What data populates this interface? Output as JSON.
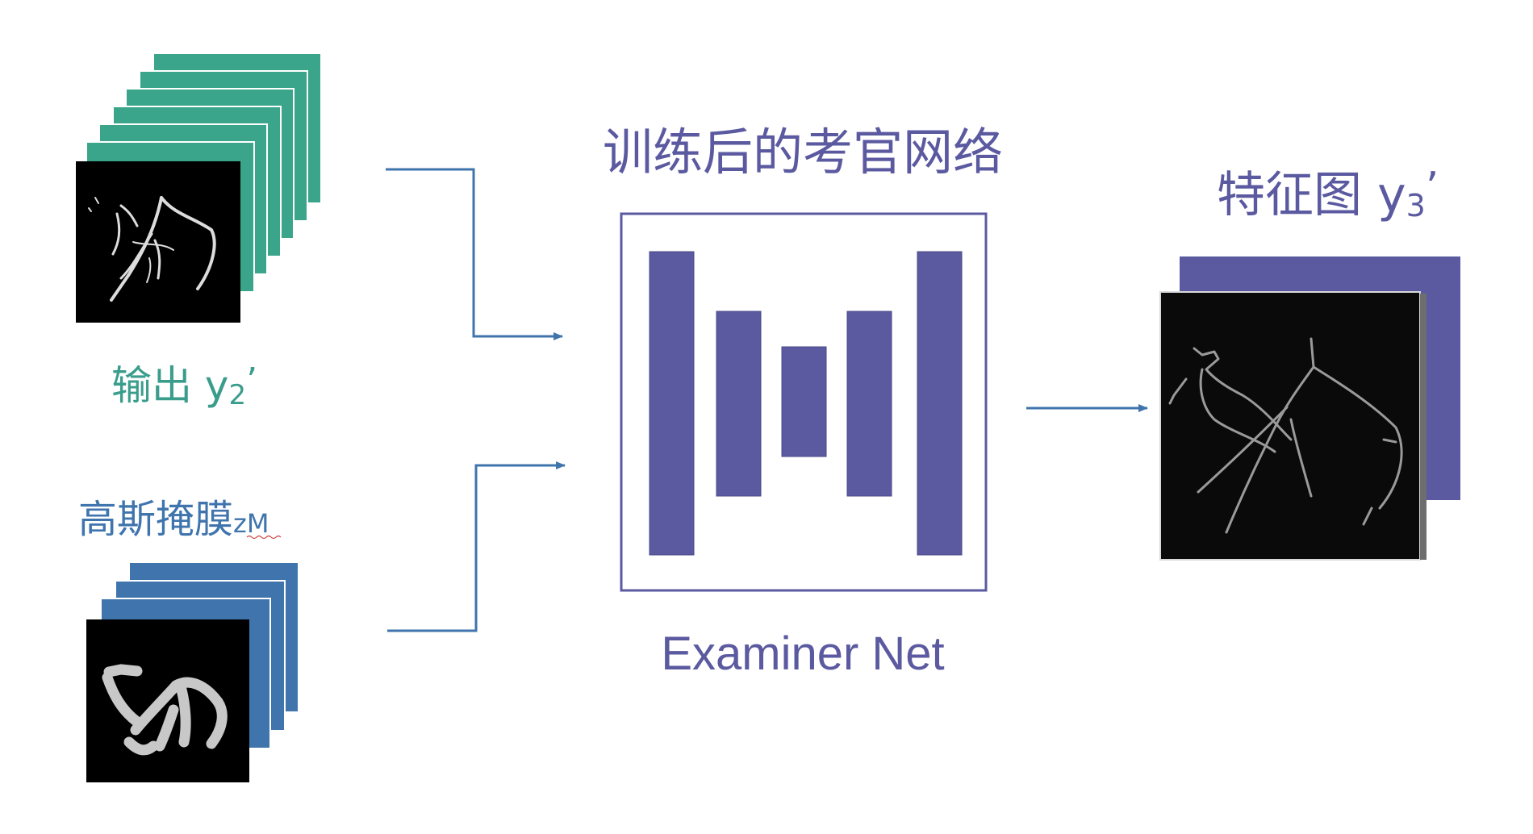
{
  "labels": {
    "output_main": "输出 y",
    "output_sub": "2",
    "output_prime": "’",
    "mask_main": "高斯掩膜",
    "mask_sub": "zM",
    "examiner_cn": "训练后的考官网络",
    "examiner_en": "Examiner Net",
    "feature_main": "特征图 y",
    "feature_sub": "3",
    "feature_prime": "’"
  },
  "colors": {
    "teal_stack": "#3aa58a",
    "teal_text": "#3a9d8c",
    "blue_stack": "#3f74ad",
    "purple": "#5b5aa0",
    "arrow": "#3f74ad",
    "image_bg": "#000000",
    "vessel": "#d8d8d8"
  }
}
